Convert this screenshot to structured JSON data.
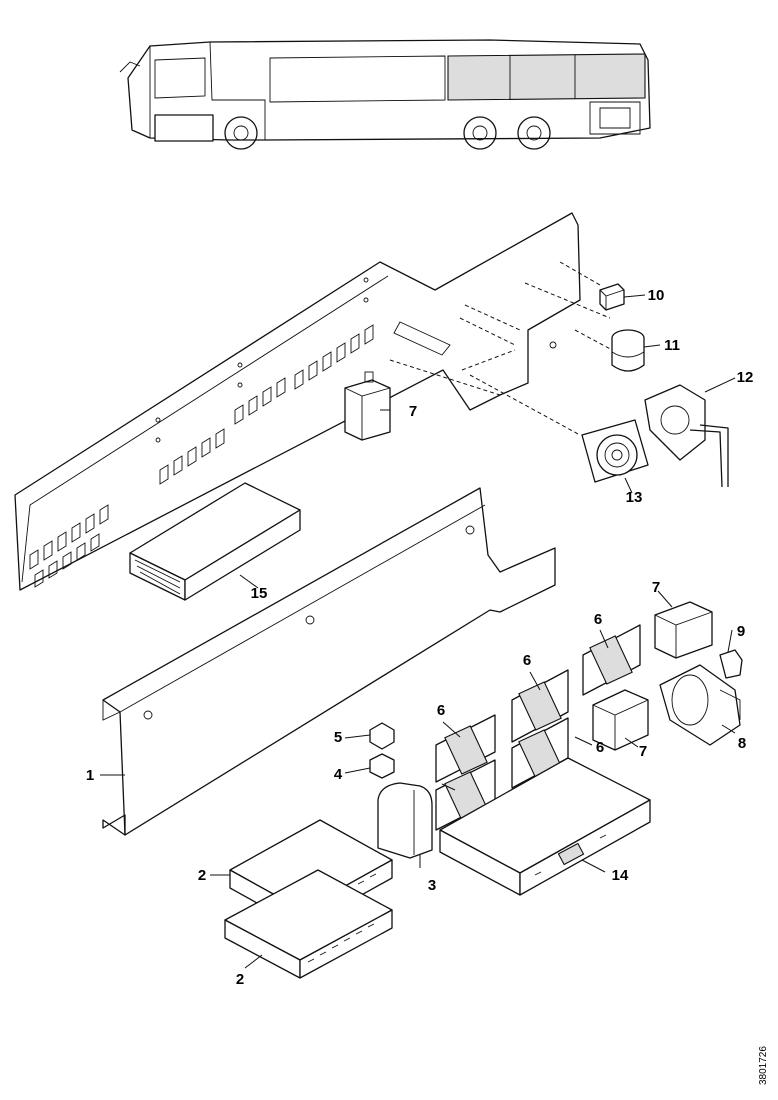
{
  "diagram": {
    "callouts": [
      "1",
      "2",
      "2",
      "3",
      "4",
      "5",
      "6",
      "6",
      "6",
      "6",
      "7",
      "7",
      "7",
      "8",
      "9",
      "10",
      "11",
      "12",
      "13",
      "14",
      "15"
    ],
    "reference_code": "3801726",
    "bus_highlight_color": "#ffffff",
    "line_color": "#111111"
  }
}
